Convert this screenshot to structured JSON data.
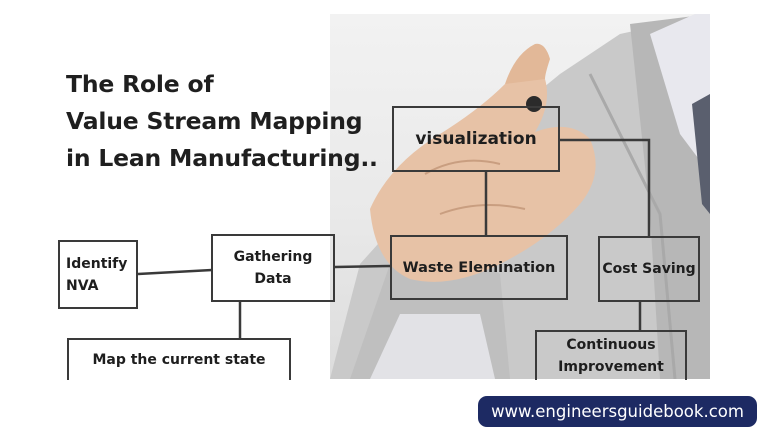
{
  "title": {
    "line1": "The Role of",
    "line2": "Value Stream Mapping",
    "line3": "in Lean Manufacturing.."
  },
  "nodes": {
    "visualization": "visualization",
    "identify_nva": "Identify NVA",
    "gathering_data": "Gathering Data",
    "waste_elimination": "Waste Elemination",
    "cost_saving": "Cost Saving",
    "map_current_state": "Map the current state",
    "continuous_improvement": "Continuous Improvement"
  },
  "footer": {
    "website": "www.engineersguidebook.com"
  },
  "colors": {
    "box_stroke": "#3a3a3a",
    "badge_bg": "#1d2a63",
    "badge_text": "#ffffff"
  }
}
